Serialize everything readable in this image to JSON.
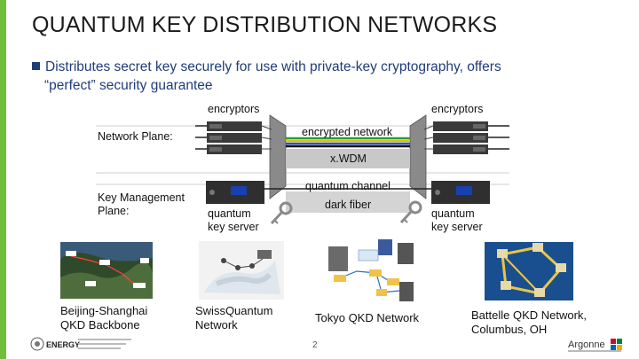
{
  "slide": {
    "title": "QUANTUM KEY DISTRIBUTION NETWORKS",
    "bullet_line1": "Distributes secret key securely for use with private-key cryptography, offers",
    "bullet_line2": "“perfect” security guarantee",
    "page_number": "2"
  },
  "diagram": {
    "encryptors_left": "encryptors",
    "encryptors_right": "encryptors",
    "network_plane": "Network Plane:",
    "encrypted_network": "encrypted network",
    "xwdm": "x.WDM",
    "key_management_line1": "Key Management",
    "key_management_line2": "Plane:",
    "quantum_channel": "quantum channel",
    "dark_fiber": "dark fiber",
    "qks_left_line1": "quantum",
    "qks_left_line2": "key server",
    "qks_right_line1": "quantum",
    "qks_right_line2": "key server"
  },
  "networks": [
    {
      "line1": "Beijing-Shanghai",
      "line2": "QKD Backbone"
    },
    {
      "line1": "SwissQuantum",
      "line2": "Network"
    },
    {
      "line1": "Tokyo QKD Network",
      "line2": ""
    },
    {
      "line1": "Battelle QKD Network,",
      "line2": "Columbus, OH"
    }
  ],
  "footer": {
    "energy_logo_text": "ENERGY",
    "argonne_logo_text": "Argonne"
  },
  "colors": {
    "accent_green": "#6fbf3a",
    "bullet_blue": "#1f3d7a"
  }
}
